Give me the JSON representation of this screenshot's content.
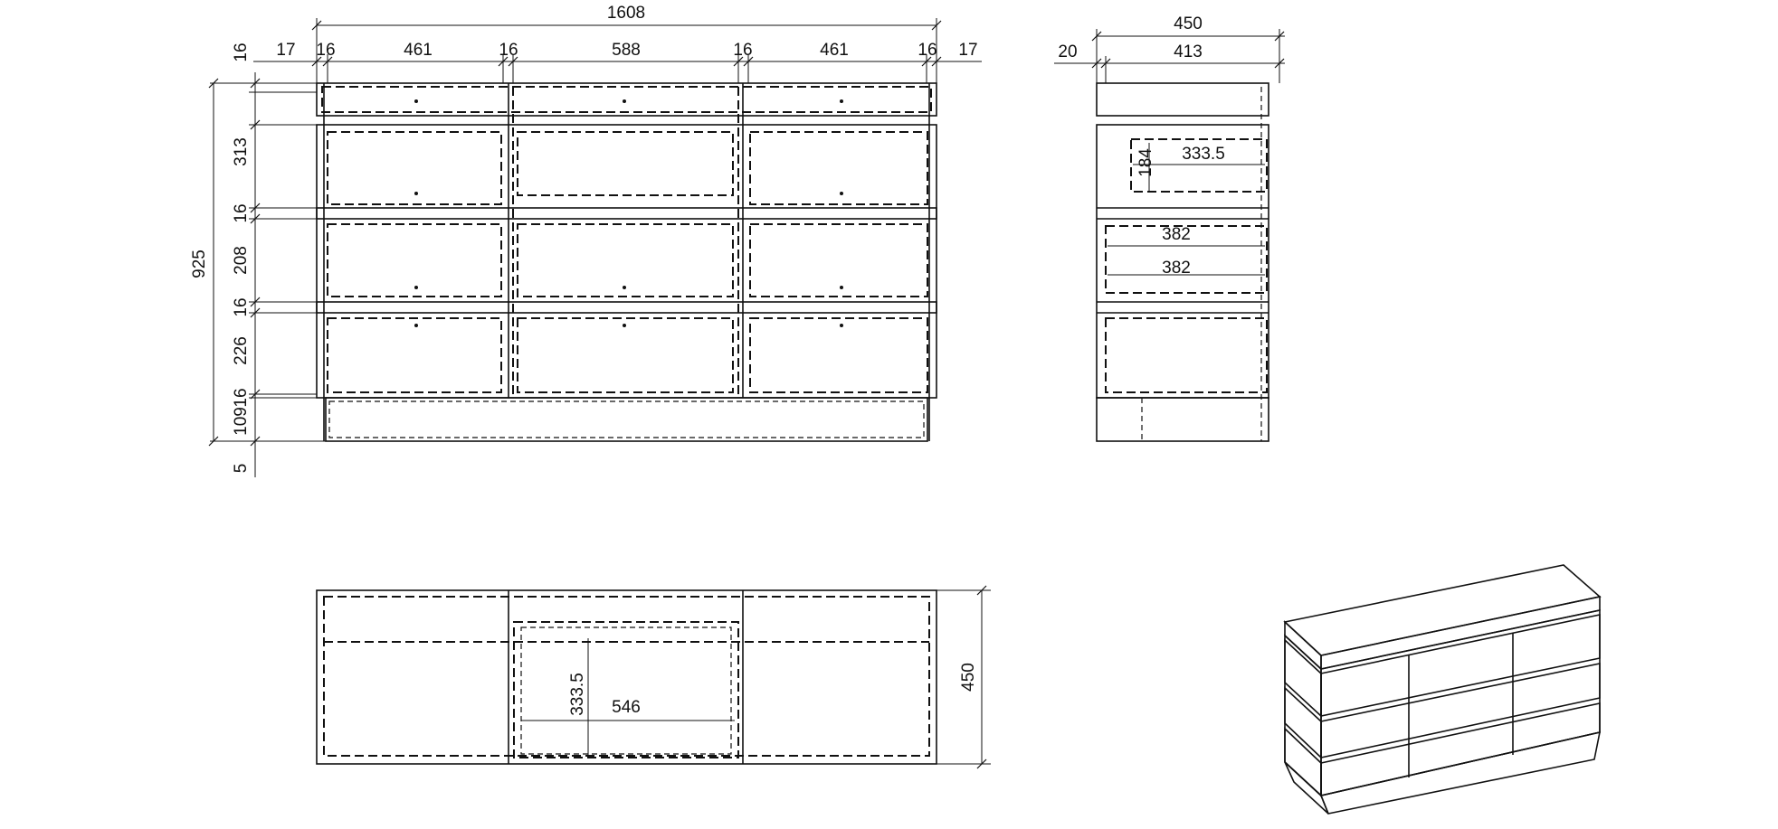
{
  "front_view": {
    "overall_width": "1608",
    "top_dims": [
      "17",
      "16",
      "461",
      "16",
      "588",
      "16",
      "461",
      "16",
      "17"
    ],
    "left_dims": [
      "16",
      "313",
      "16",
      "208",
      "16",
      "226",
      "16",
      "109",
      "5"
    ],
    "overall_height": "925"
  },
  "side_view": {
    "overall_depth": "450",
    "offset": "20",
    "inner_depth": "413",
    "drawer_depth_top": "333.5",
    "drawer_height_top": "184",
    "drawer_depth_mid_1": "382",
    "drawer_depth_mid_2": "382"
  },
  "top_view": {
    "depth": "450",
    "drawer_inner_depth": "333.5",
    "drawer_inner_width": "546"
  }
}
